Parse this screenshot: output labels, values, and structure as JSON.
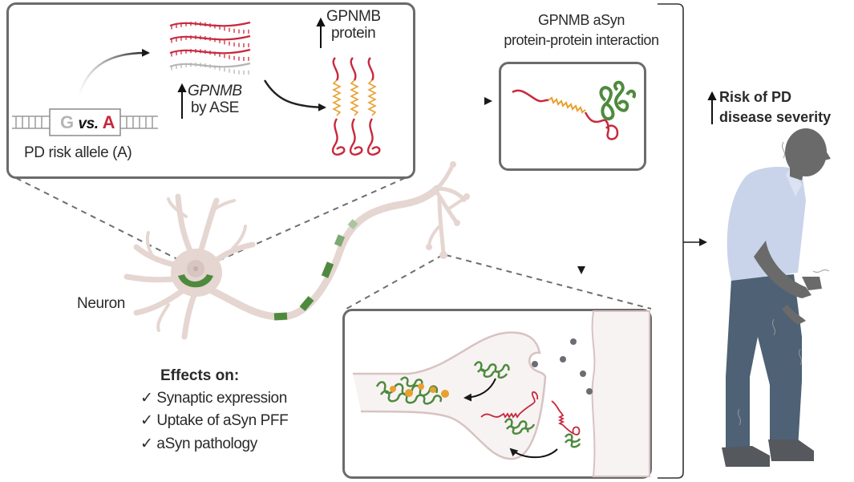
{
  "colors": {
    "panel_border": "#6b6b6b",
    "mrna_red": "#c8283c",
    "mrna_gray": "#b5b5b5",
    "helix_orange": "#e8a030",
    "asyn_green": "#4e8a3e",
    "neuron_fill": "#e5d6d1",
    "risk_allele_red": "#c8283c",
    "text": "#2a2a2a",
    "shirt": "#c9d4ea",
    "pants": "#4e6175",
    "skin": "#6a6a6a"
  },
  "panel_top_left": {
    "allele_box": {
      "ref": "G",
      "vs": "vs.",
      "alt": "A"
    },
    "allele_caption": "PD risk allele (A)",
    "mrna_label_gene": "GPNMB",
    "mrna_label_suffix": "by ASE",
    "protein_label_line1": "GPNMB",
    "protein_label_line2": "protein"
  },
  "interaction": {
    "title_line1": "GPNMB aSyn",
    "title_line2": "protein-protein interaction"
  },
  "neuron": {
    "label": "Neuron"
  },
  "effects": {
    "heading": "Effects on:",
    "check_glyph": "✓",
    "items": [
      "Synaptic expression",
      "Uptake of aSyn PFF",
      "aSyn pathology"
    ]
  },
  "outcome": {
    "line1": "Risk of PD",
    "line2": "disease severity"
  }
}
